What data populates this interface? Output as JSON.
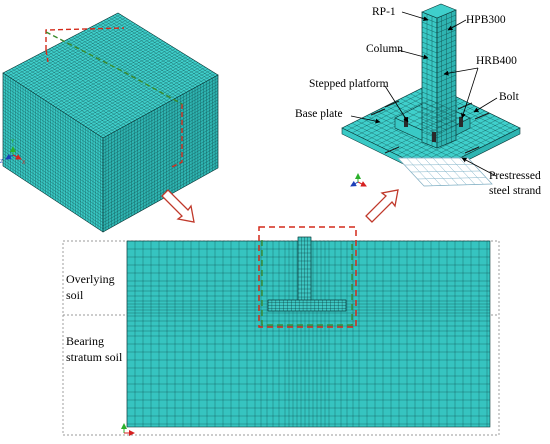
{
  "colors": {
    "mesh_fill": "#36c4c0",
    "mesh_top": "#3fcfcb",
    "mesh_side_light": "#39c9c5",
    "mesh_side_dark": "#2eb4b1",
    "mesh_line": "#0c3d3c",
    "dash_red": "#d42a1a",
    "dash_green": "#3a8a2a",
    "arrow_red": "#c0392b",
    "axis_x": "#d62020",
    "axis_y": "#2bb02b",
    "axis_z": "#1c3fb8"
  },
  "views": {
    "soil_block": {
      "name": "soil-block-3d-mesh"
    },
    "foundation": {
      "name": "foundation-3d-mesh"
    },
    "section": {
      "name": "section-2d-mesh"
    }
  },
  "labels": {
    "rp1": "RP-1",
    "hpb300": "HPB300",
    "column": "Column",
    "hrb400": "HRB400",
    "stepped_platform": "Stepped platform",
    "bolt": "Bolt",
    "base_plate": "Base plate",
    "prestressed_line1": "Prestressed",
    "prestressed_line2": "steel strand",
    "overlying_line1": "Overlying",
    "overlying_line2": "soil",
    "bearing_line1": "Bearing",
    "bearing_line2": "stratum soil"
  },
  "axis": {
    "x": "X",
    "y": "Y",
    "z": "Z"
  }
}
